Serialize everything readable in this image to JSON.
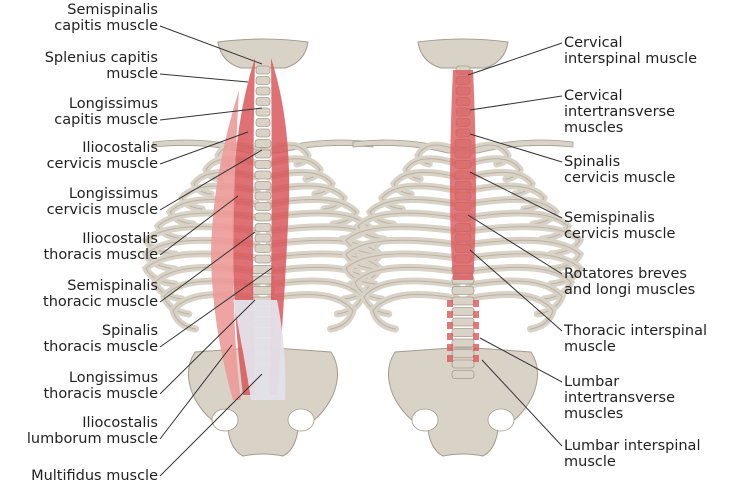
{
  "left_labels": [
    {
      "id": "semispinalis-capitis",
      "text": "Semispinalis\ncapitis muscle"
    },
    {
      "id": "splenius-capitis",
      "text": "Splenius capitis\nmuscle"
    },
    {
      "id": "longissimus-capitis",
      "text": "Longissimus\ncapitis muscle"
    },
    {
      "id": "iliocostalis-cervicis",
      "text": "Iliocostalis\ncervicis muscle"
    },
    {
      "id": "longissimus-cervicis",
      "text": "Longissimus\ncervicis muscle"
    },
    {
      "id": "iliocostalis-thoracis",
      "text": "Iliocostalis\nthoracis muscle"
    },
    {
      "id": "semispinalis-thoracic",
      "text": "Semispinalis\nthoracic muscle"
    },
    {
      "id": "spinalis-thoracis",
      "text": "Spinalis\nthoracis muscle"
    },
    {
      "id": "longissimus-thoracis",
      "text": "Longissimus\nthoracis muscle"
    },
    {
      "id": "iliocostalis-lumborum",
      "text": "Iliocostalis\nlumborum muscle"
    },
    {
      "id": "multifidus",
      "text": "Multifidus muscle"
    }
  ],
  "right_labels": [
    {
      "id": "cervical-interspinal",
      "text": "Cervical\ninterspinal muscle"
    },
    {
      "id": "cervical-intertransverse",
      "text": "Cervical\nintertransverse\nmuscles"
    },
    {
      "id": "spinalis-cervicis",
      "text": "Spinalis\ncervicis muscle"
    },
    {
      "id": "semispinalis-cervicis",
      "text": "Semispinalis\ncervicis muscle"
    },
    {
      "id": "rotatores",
      "text": "Rotatores breves\nand longi muscles"
    },
    {
      "id": "thoracic-interspinal",
      "text": "Thoracic interspinal\nmuscle"
    },
    {
      "id": "lumbar-intertransverse",
      "text": "Lumbar\nintertransverse\nmuscles"
    },
    {
      "id": "lumbar-interspinal",
      "text": "Lumbar interspinal\nmuscle"
    }
  ],
  "colors": {
    "bone": "#d9d2c6",
    "bone_dark": "#a59c8e",
    "muscle": "#d9575a",
    "muscle_light": "#ec9a98",
    "tendon": "#e4e2ea",
    "leader": "#333333"
  }
}
